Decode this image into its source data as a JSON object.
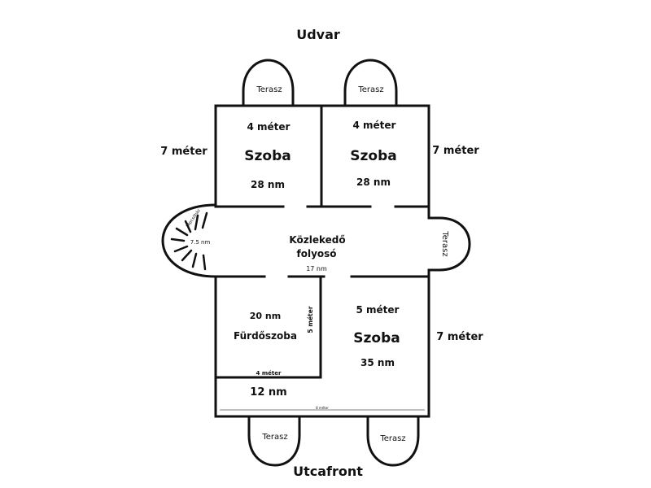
{
  "colors": {
    "wall": "#111111",
    "background": "#ffffff"
  },
  "labels": {
    "top": "Udvar",
    "bottom": "Utcafront",
    "left_top_width": "7 méter",
    "right_top_width": "7 méter",
    "right_bottom_width": "7 méter"
  },
  "rooms": {
    "room1": {
      "dimension": "4 méter",
      "name": "Szoba",
      "area": "28 nm"
    },
    "room2": {
      "dimension": "4 méter",
      "name": "Szoba",
      "area": "28 nm"
    },
    "corridor": {
      "name_line1": "Közlekedő",
      "name_line2": "folyosó",
      "area": "17 nm"
    },
    "stair": {
      "name": "Lépcsőház",
      "area": "7.5 nm"
    },
    "bathroom": {
      "area": "20 nm",
      "name": "Fürdőszoba",
      "side": "5 méter",
      "bottom": "4 méter"
    },
    "room3": {
      "dimension": "5 méter",
      "name": "Szoba",
      "area": "35 nm"
    },
    "strip": {
      "area": "12 nm",
      "dimension": "8 méter"
    }
  },
  "terraces": {
    "t1": "Terasz",
    "t2": "Terasz",
    "t3": "Terasz",
    "t4": "Terasz",
    "t5": "Terasz"
  }
}
